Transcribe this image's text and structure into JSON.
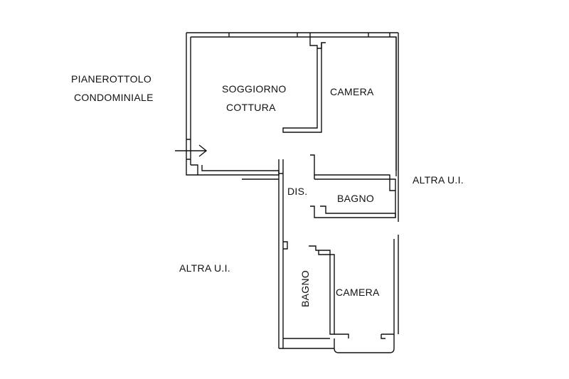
{
  "labels": {
    "landing": [
      "PIANEROTTOLO",
      "CONDOMINIALE"
    ],
    "living": [
      "SOGGIORNO",
      "COTTURA"
    ],
    "camera_top": "CAMERA",
    "altra_right": "ALTRA U.I.",
    "dis": "DIS.",
    "bagno_top": "BAGNO",
    "altra_left": "ALTRA U.I.",
    "bagno_bottom": "BAGNO",
    "camera_bottom": "CAMERA"
  },
  "colors": {
    "wall": "#111111",
    "background": "#ffffff"
  }
}
